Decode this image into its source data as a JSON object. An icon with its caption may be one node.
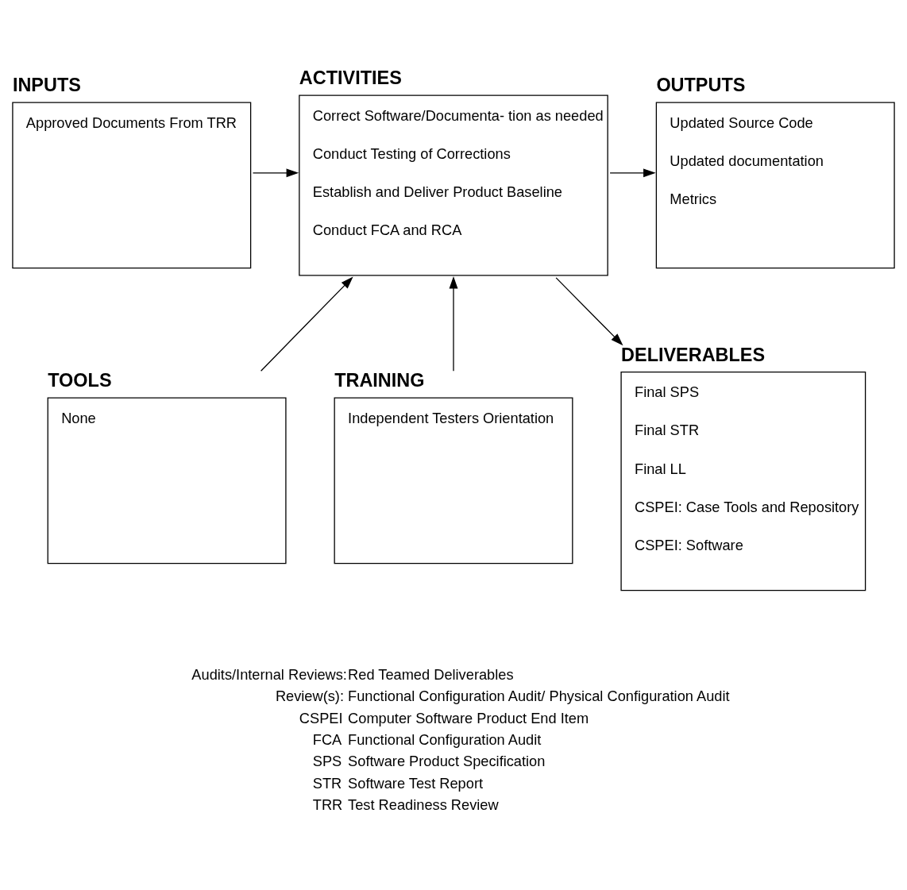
{
  "diagram": {
    "nodes": [
      {
        "text": [
          "INPUTS",
          "Approved Documents From TRR"
        ]
      },
      {
        "text": [
          "ACTIVITIES",
          "Correct Software/Documenta- tion as needed",
          "Conduct Testing of Corrections",
          "Establish and Deliver Product Baseline",
          "Conduct FCA and RCA"
        ]
      },
      {
        "text": [
          "OUTPUTS",
          "Updated Source Code",
          "Updated documentation",
          "Metrics"
        ]
      },
      {
        "text": [
          "TOOLS",
          "None"
        ]
      },
      {
        "text": [
          "TRAINING",
          "Independent Testers Orientation"
        ]
      },
      {
        "text": [
          "DELIVERABLES",
          "Final SPS",
          "Final STR",
          "Final LL",
          "CSPEI: Case Tools and Repository",
          "CSPEI: Software"
        ]
      }
    ],
    "edges": [
      {
        "from": 0,
        "to": 1,
        "arrow": "to"
      },
      {
        "from": 1,
        "to": 2,
        "arrow": "to"
      },
      {
        "from": 3,
        "to": 1,
        "arrow": "to"
      },
      {
        "from": 4,
        "to": 1,
        "arrow": "to"
      },
      {
        "from": 1,
        "to": 5,
        "arrow": "to"
      }
    ],
    "labels": [
      "Audits/Internal Reviews:",
      "Red Teamed Deliverables",
      "Review(s):",
      "Functional Configuration Audit/ Physical Configuration Audit",
      "CSPEI",
      "Computer Software Product End Item",
      "FCA",
      "Functional Configuration Audit",
      "SPS",
      "Software Product Specification",
      "STR",
      "Software Test Report",
      "TRR",
      "Test Readiness Review"
    ]
  }
}
